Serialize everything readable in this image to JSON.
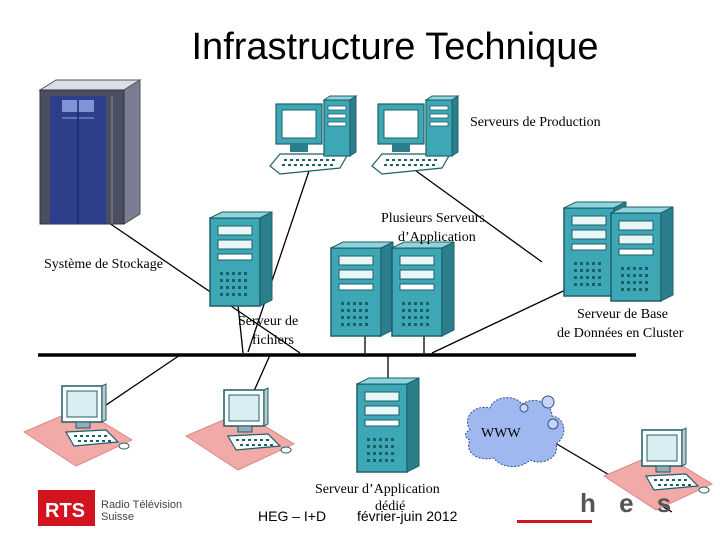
{
  "title": "Infrastructure Technique",
  "labels": {
    "production": "Serveurs de Production",
    "app_line1": "Plusieurs Serveurs",
    "app_line2": "d’Application",
    "storage": "Système de Stockage",
    "file_line1": "Serveur de",
    "file_line2": "fichiers",
    "db_line1": "Serveur de Base",
    "db_line2": "de Données en Cluster",
    "www": "WWW",
    "dedicated_line1": "Serveur d’Application",
    "dedicated_line2": "dédié"
  },
  "footer": {
    "left": "HEG – I+D",
    "date": "février-juin 2012",
    "rts_logo": "RTS",
    "rts_line1": "Radio Télévision",
    "rts_line2": "Suisse",
    "hes_logo": "h e s"
  },
  "colors": {
    "teal": "#3ea7b5",
    "teal_dark": "#2b7f8c",
    "pink": "#f2aaa8",
    "cloud": "#9fb8f0",
    "storage_blue": "#2d3f8a",
    "rts_red": "#d1141f"
  }
}
